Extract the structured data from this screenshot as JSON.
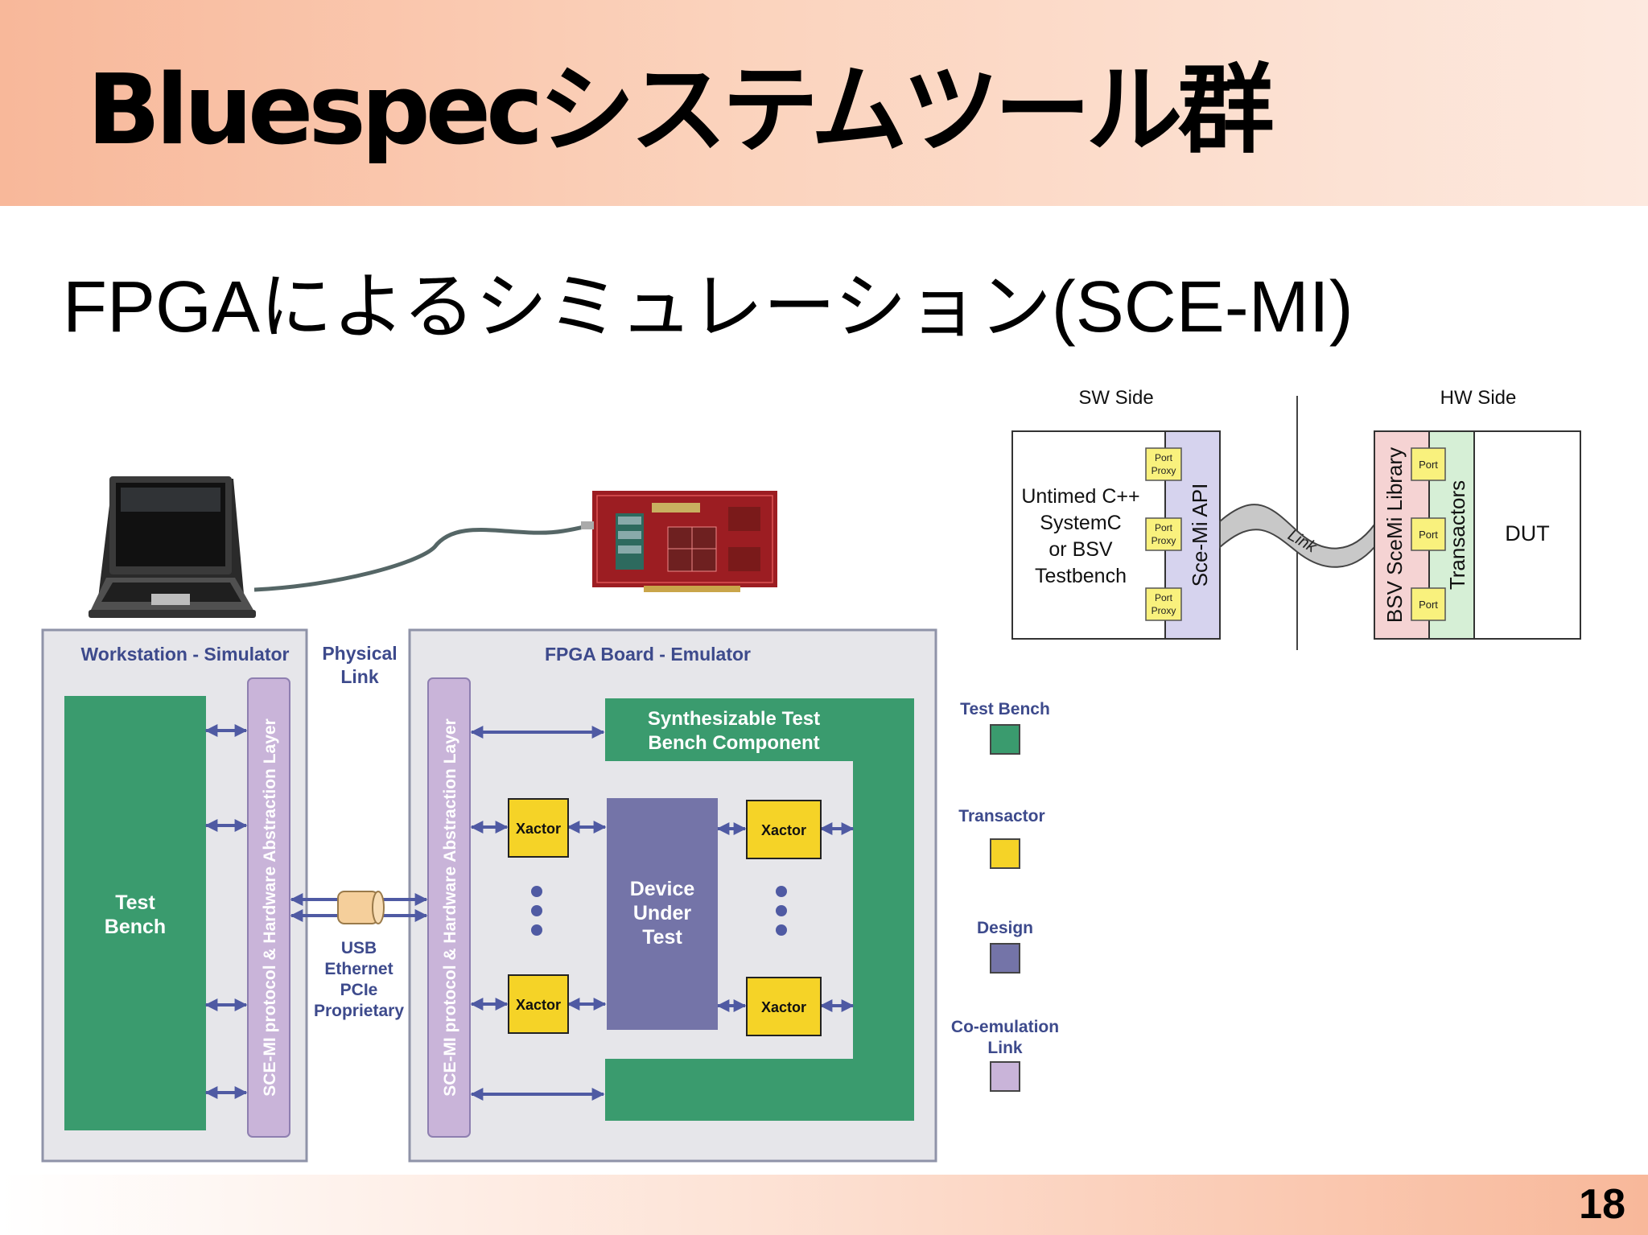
{
  "slide": {
    "title": "Bluespecシステムツール群",
    "subtitle": "FPGAによるシミュレーション(SCE-MI)",
    "page_number": "18"
  },
  "flow": {
    "sw_side": "SW Side",
    "hw_side": "HW Side",
    "testbench_lines": [
      "Untimed C++",
      "SystemC",
      "or BSV",
      "Testbench"
    ],
    "port_proxy": [
      "Port",
      "Proxy"
    ],
    "scemi_api": "Sce-Mi API",
    "link": "Link",
    "bsv_library": "BSV SceMi Library",
    "port": "Port",
    "transactors": "Transactors",
    "dut": "DUT"
  },
  "arch": {
    "workstation_title": "Workstation - Simulator",
    "physical_link": [
      "Physical",
      "Link"
    ],
    "fpga_title": "FPGA Board - Emulator",
    "test_bench": [
      "Test",
      "Bench"
    ],
    "hal_layer": "SCE-MI protocol & Hardware Abstraction Layer",
    "connections": [
      "USB",
      "Ethernet",
      "PCIe",
      "Proprietary"
    ],
    "synth_tb": [
      "Synthesizable Test",
      "Bench Component"
    ],
    "xactor": "Xactor",
    "dut": [
      "Device",
      "Under",
      "Test"
    ]
  },
  "legend": [
    {
      "label": [
        "Test Bench"
      ],
      "color": "#3a9b6e"
    },
    {
      "label": [
        "Transactor"
      ],
      "color": "#f5d327"
    },
    {
      "label": [
        "Design"
      ],
      "color": "#7474a8"
    },
    {
      "label": [
        "Co-emulation",
        "Link"
      ],
      "color": "#c9b4d9"
    }
  ]
}
